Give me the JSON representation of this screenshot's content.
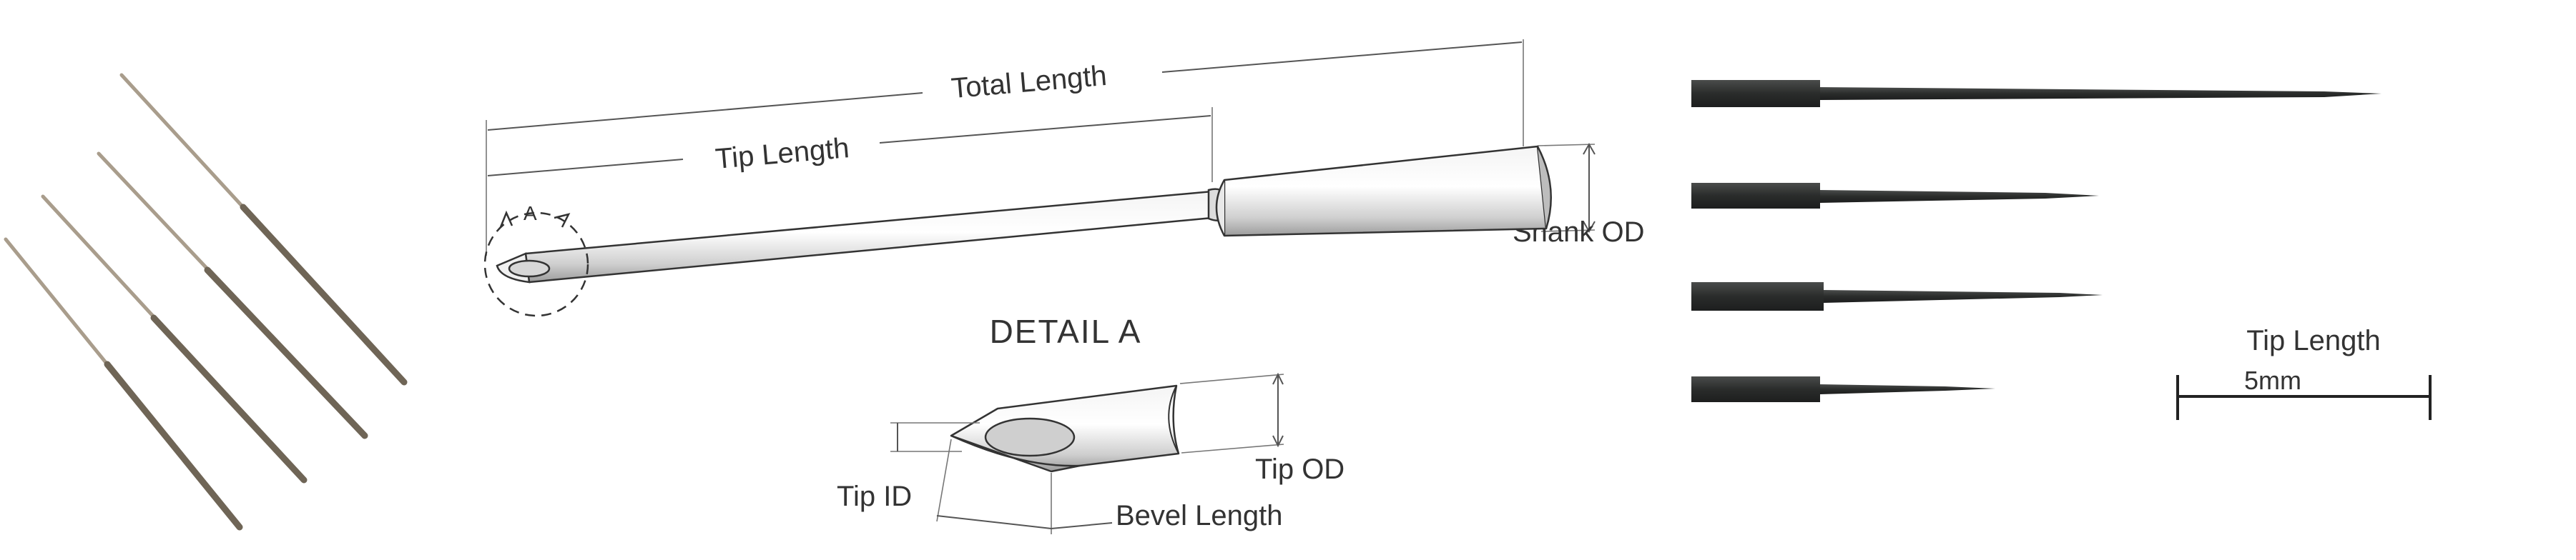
{
  "figure": {
    "needle_drawing": {
      "labels": {
        "total_length": "Total Length",
        "tip_length": "Tip Length",
        "shank_od": "Shank OD",
        "detail_marker": "A"
      }
    },
    "detail_view": {
      "title": "DETAIL  A",
      "labels": {
        "tip_id": "Tip ID",
        "tip_od": "Tip OD",
        "bevel_length": "Bevel Length"
      }
    },
    "tip_photos": {
      "scale_bar": {
        "label": "Tip Length",
        "value": "5mm"
      }
    }
  },
  "colors": {
    "line": "#333333",
    "needle_metal": "#bfb3a3",
    "needle_dark": "#2e302f",
    "background": "#ffffff"
  }
}
